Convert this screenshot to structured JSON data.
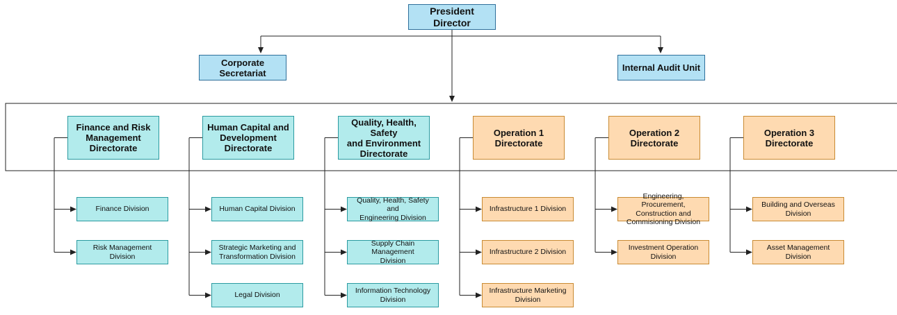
{
  "palette": {
    "blue_fill": "#b3e1f4",
    "blue_border": "#2e6f9a",
    "cyan_fill": "#b2ebec",
    "cyan_border": "#2a9aa0",
    "orange_fill": "#fedab1",
    "orange_border": "#c98a32",
    "line": "#222222"
  },
  "president": "President\nDirector",
  "corporate_secretariat": "Corporate\nSecretariat",
  "internal_audit": "Internal Audit Unit",
  "directorates": [
    {
      "title": "Finance and Risk\nManagement\nDirectorate",
      "divisions": [
        "Finance Division",
        "Risk Management Division"
      ]
    },
    {
      "title": "Human Capital and\nDevelopment\nDirectorate",
      "divisions": [
        "Human Capital Division",
        "Strategic Marketing and\nTransformation Division",
        "Legal Division"
      ]
    },
    {
      "title": "Quality, Health, Safety\nand Environment\nDirectorate",
      "divisions": [
        "Quality, Health, Safety and\nEngineering Division",
        "Supply Chain Management\nDivision",
        "Information Technology\nDivision"
      ]
    },
    {
      "title": "Operation 1\nDirectorate",
      "divisions": [
        "Infrastructure 1 Division",
        "Infrastructure 2  Division",
        "Infrastructure Marketing\nDivision"
      ]
    },
    {
      "title": "Operation 2\nDirectorate",
      "divisions": [
        "Engineering, Procurement,\nConstruction and\nCommisioning Division",
        "Investment Operation\nDivision"
      ]
    },
    {
      "title": "Operation 3\nDirectorate",
      "divisions": [
        "Building and Overseas\nDivision",
        "Asset Management\nDivision"
      ]
    }
  ]
}
